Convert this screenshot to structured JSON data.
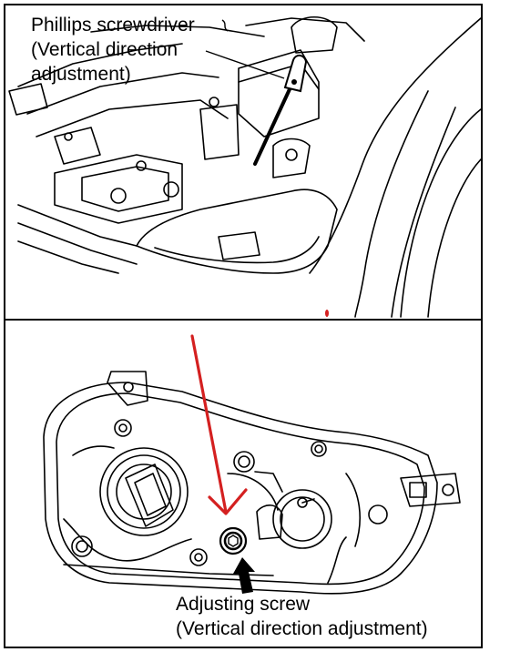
{
  "top_panel": {
    "callout_line1": "Phillips screwdriver",
    "callout_line2": "(Vertical direction",
    "callout_line3": "adjustment)"
  },
  "bottom_panel": {
    "callout_line1": "Adjusting screw",
    "callout_line2": "(Vertical direction adjustment)"
  },
  "colors": {
    "line_art": "#000000",
    "annotation_arrow": "#d42020",
    "background": "#ffffff"
  }
}
